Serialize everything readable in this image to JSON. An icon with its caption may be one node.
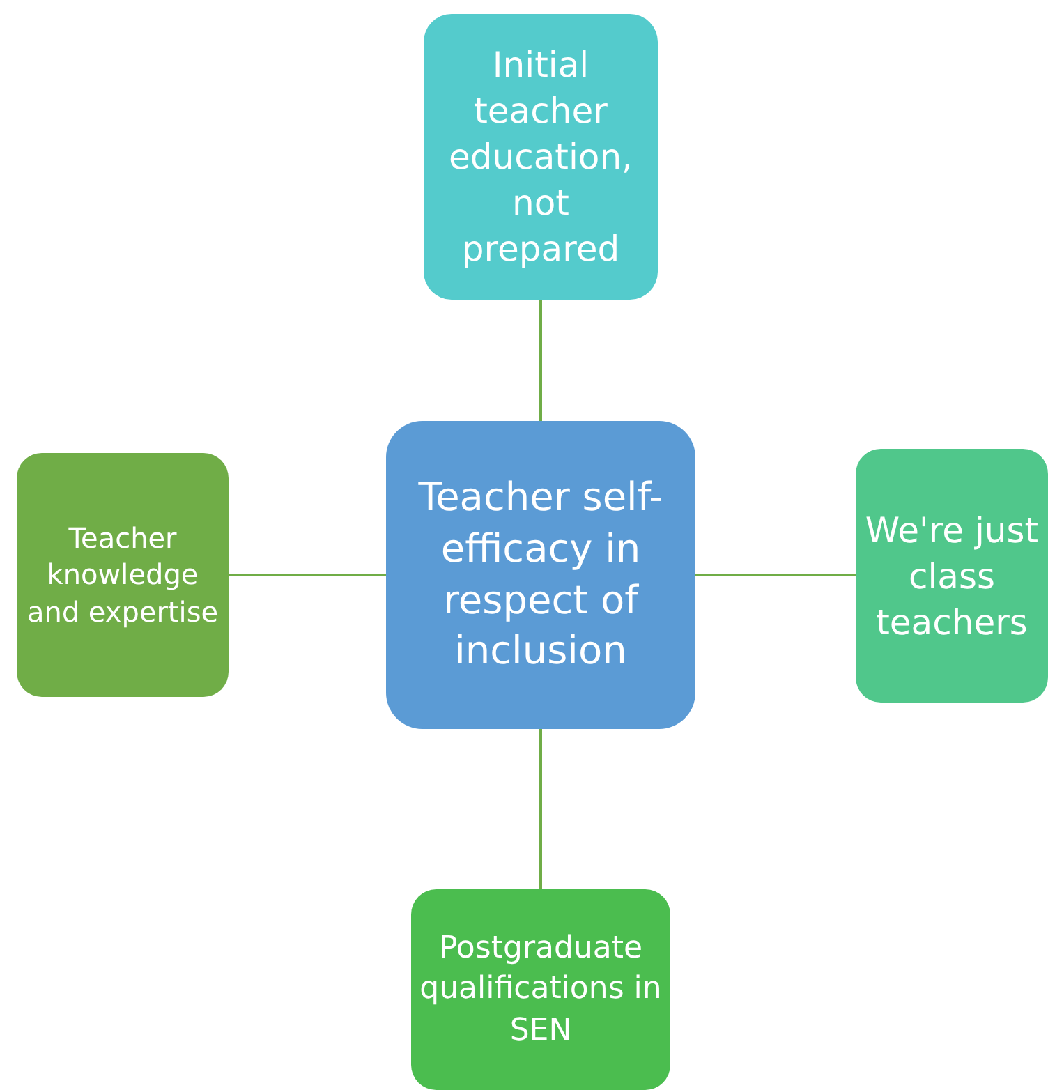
{
  "diagram": {
    "nodes": [
      {
        "text": [
          "Teacher self-efficacy in respect of inclusion"
        ]
      },
      {
        "text": [
          "Initial teacher education, not prepared"
        ]
      },
      {
        "text": [
          "Teacher knowledge and expertise"
        ]
      },
      {
        "text": [
          "We're just class teachers"
        ]
      },
      {
        "text": [
          "Postgraduate qualifications in SEN"
        ]
      }
    ],
    "edges": [
      {
        "from": 0,
        "to": 1,
        "arrow": "none"
      },
      {
        "from": 0,
        "to": 2,
        "arrow": "none"
      },
      {
        "from": 0,
        "to": 3,
        "arrow": "none"
      },
      {
        "from": 0,
        "to": 4,
        "arrow": "none"
      }
    ]
  }
}
